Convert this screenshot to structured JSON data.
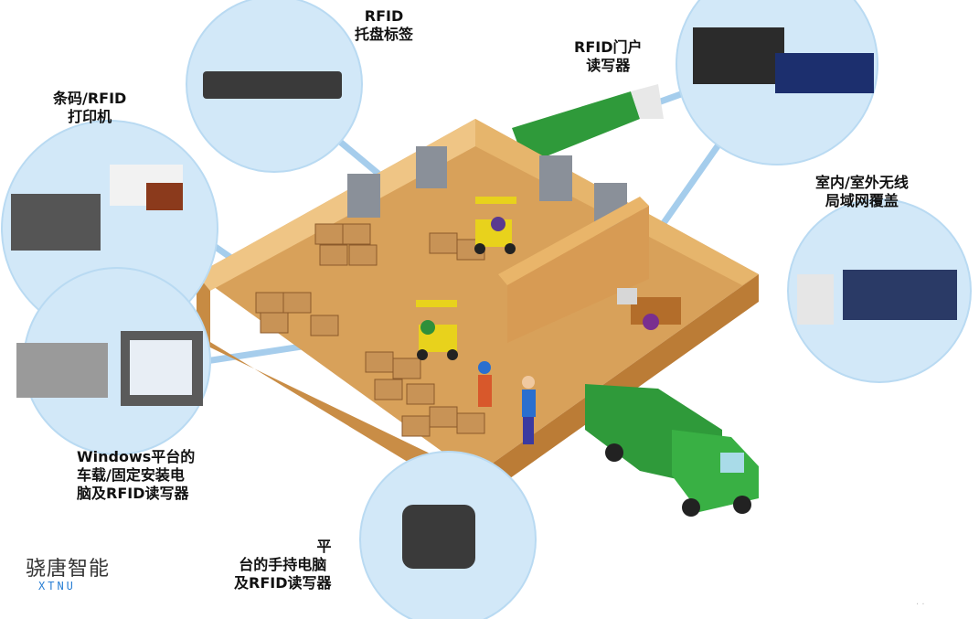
{
  "labels": {
    "pallet_tag": [
      "RFID",
      "托盘标签"
    ],
    "portal_reader": [
      "RFID门户",
      "读写器"
    ],
    "printer": [
      "条码/RFID",
      "打印机"
    ],
    "wlan": [
      "室内/室外无线",
      "局域网覆盖"
    ],
    "vehicle_pc": [
      "Windows平台的",
      "车载/固定安装电",
      "脑及RFID读写器"
    ],
    "handheld": [
      "平",
      "台的手持电脑",
      "及RFID读写器"
    ]
  },
  "brand": {
    "name": "骁唐智能",
    "sub": "XTNU"
  },
  "corner_mark": "· ·",
  "colors": {
    "bubble": "#d2e8f8",
    "bubble_edge": "#b9daf2",
    "floor": "#d8a15a",
    "wall": "#e6b56c",
    "box": "#c89356",
    "truck_green": "#2f9a3a",
    "forklift_yellow": "#e8d21c"
  }
}
